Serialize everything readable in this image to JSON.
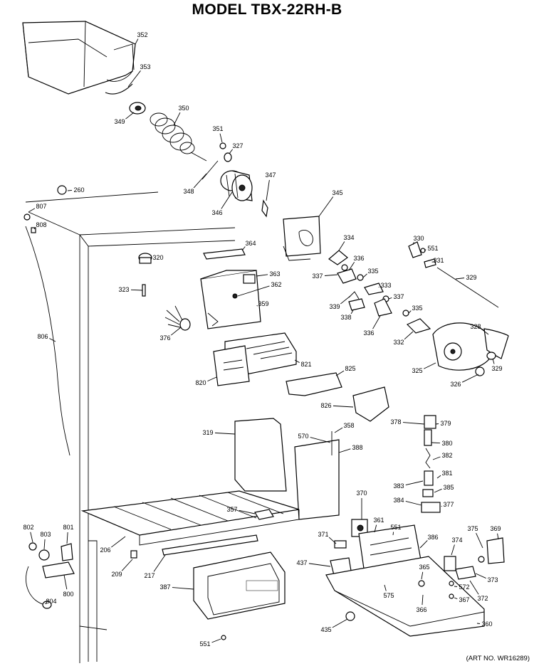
{
  "title": "MODEL TBX-22RH-B",
  "art_number": "(ART NO. WR16289)",
  "callouts": [
    {
      "id": "352",
      "label": "352"
    },
    {
      "id": "353",
      "label": "353"
    },
    {
      "id": "349",
      "label": "349"
    },
    {
      "id": "350",
      "label": "350"
    },
    {
      "id": "351",
      "label": "351"
    },
    {
      "id": "327",
      "label": "327"
    },
    {
      "id": "348",
      "label": "348"
    },
    {
      "id": "347",
      "label": "347"
    },
    {
      "id": "346",
      "label": "346"
    },
    {
      "id": "260",
      "label": "260"
    },
    {
      "id": "807",
      "label": "807"
    },
    {
      "id": "808",
      "label": "808"
    },
    {
      "id": "345",
      "label": "345"
    },
    {
      "id": "334",
      "label": "334"
    },
    {
      "id": "330",
      "label": "330"
    },
    {
      "id": "551a",
      "label": "551"
    },
    {
      "id": "331",
      "label": "331"
    },
    {
      "id": "364",
      "label": "364"
    },
    {
      "id": "320",
      "label": "320"
    },
    {
      "id": "336a",
      "label": "336"
    },
    {
      "id": "337a",
      "label": "337"
    },
    {
      "id": "335a",
      "label": "335"
    },
    {
      "id": "329a",
      "label": "329"
    },
    {
      "id": "363",
      "label": "363"
    },
    {
      "id": "362",
      "label": "362"
    },
    {
      "id": "323",
      "label": "323"
    },
    {
      "id": "333",
      "label": "333"
    },
    {
      "id": "359",
      "label": "359"
    },
    {
      "id": "339",
      "label": "339"
    },
    {
      "id": "337b",
      "label": "337"
    },
    {
      "id": "338",
      "label": "338"
    },
    {
      "id": "335b",
      "label": "335"
    },
    {
      "id": "806",
      "label": "806"
    },
    {
      "id": "376",
      "label": "376"
    },
    {
      "id": "336b",
      "label": "336"
    },
    {
      "id": "328",
      "label": "328"
    },
    {
      "id": "332",
      "label": "332"
    },
    {
      "id": "821",
      "label": "821"
    },
    {
      "id": "825",
      "label": "825"
    },
    {
      "id": "329b",
      "label": "329"
    },
    {
      "id": "325",
      "label": "325"
    },
    {
      "id": "820",
      "label": "820"
    },
    {
      "id": "326",
      "label": "326"
    },
    {
      "id": "826",
      "label": "826"
    },
    {
      "id": "378",
      "label": "378"
    },
    {
      "id": "379",
      "label": "379"
    },
    {
      "id": "319",
      "label": "319"
    },
    {
      "id": "570",
      "label": "570"
    },
    {
      "id": "358",
      "label": "358"
    },
    {
      "id": "388",
      "label": "388"
    },
    {
      "id": "380",
      "label": "380"
    },
    {
      "id": "382",
      "label": "382"
    },
    {
      "id": "381",
      "label": "381"
    },
    {
      "id": "383",
      "label": "383"
    },
    {
      "id": "385",
      "label": "385"
    },
    {
      "id": "370",
      "label": "370"
    },
    {
      "id": "384",
      "label": "384"
    },
    {
      "id": "377",
      "label": "377"
    },
    {
      "id": "357",
      "label": "357"
    },
    {
      "id": "361",
      "label": "361"
    },
    {
      "id": "551b",
      "label": "551"
    },
    {
      "id": "375",
      "label": "375"
    },
    {
      "id": "369",
      "label": "369"
    },
    {
      "id": "802",
      "label": "802"
    },
    {
      "id": "801",
      "label": "801"
    },
    {
      "id": "803",
      "label": "803"
    },
    {
      "id": "371",
      "label": "371"
    },
    {
      "id": "386",
      "label": "386"
    },
    {
      "id": "374",
      "label": "374"
    },
    {
      "id": "206",
      "label": "206"
    },
    {
      "id": "437",
      "label": "437"
    },
    {
      "id": "365",
      "label": "365"
    },
    {
      "id": "373",
      "label": "373"
    },
    {
      "id": "209",
      "label": "209"
    },
    {
      "id": "217",
      "label": "217"
    },
    {
      "id": "575",
      "label": "575"
    },
    {
      "id": "572",
      "label": "572"
    },
    {
      "id": "387",
      "label": "387"
    },
    {
      "id": "800",
      "label": "800"
    },
    {
      "id": "372",
      "label": "372"
    },
    {
      "id": "367",
      "label": "367"
    },
    {
      "id": "804",
      "label": "804"
    },
    {
      "id": "366",
      "label": "366"
    },
    {
      "id": "435",
      "label": "435"
    },
    {
      "id": "360",
      "label": "360"
    },
    {
      "id": "551c",
      "label": "551"
    }
  ]
}
